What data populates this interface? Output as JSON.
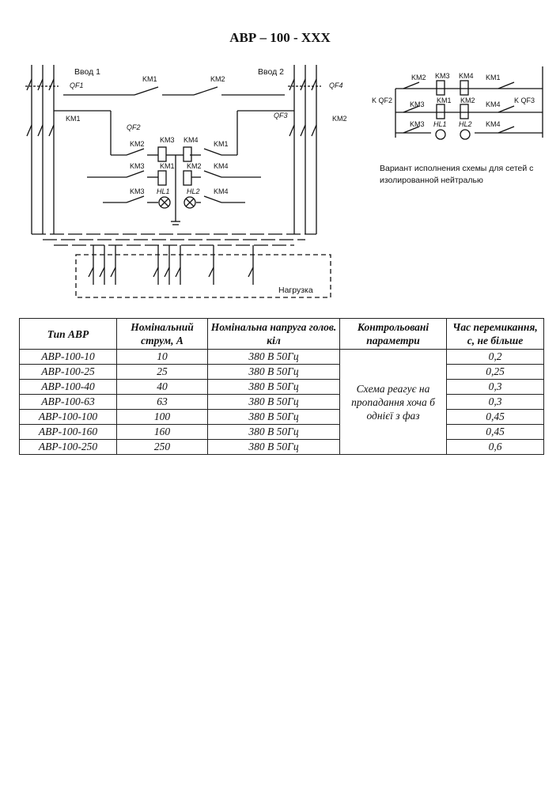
{
  "title": "АВР – 100 - XXX",
  "diagram": {
    "labels": {
      "vvod1": "Ввод 1",
      "vvod2": "Ввод 2",
      "qf1": "QF1",
      "qf2": "QF2",
      "qf3": "QF3",
      "qf4": "QF4",
      "km1": "KM1",
      "km2": "KM2",
      "km3": "KM3",
      "km4": "KM4",
      "hl1": "HL1",
      "hl2": "HL2",
      "k_qf2": "K QF2",
      "k_qf3": "K QF3",
      "load": "Нагрузка"
    },
    "variant_note": "Вариант исполнения схемы для сетей с изолированной нейтралью"
  },
  "table": {
    "headers": [
      "Тип АВР",
      "Номінальний струм, А",
      "Номінальна напруга голов. кіл",
      "Контрольовані параметри",
      "Час перемикання, с, не більше"
    ],
    "controlled_params": "Схема реагує на пропадання хоча б однієї з фаз",
    "rows": [
      {
        "type": "АВР-100-10",
        "current": "10",
        "voltage": "380 В 50Гц",
        "time": "0,2"
      },
      {
        "type": "АВР-100-25",
        "current": "25",
        "voltage": "380 В 50Гц",
        "time": "0,25"
      },
      {
        "type": "АВР-100-40",
        "current": "40",
        "voltage": "380 В 50Гц",
        "time": "0,3"
      },
      {
        "type": "АВР-100-63",
        "current": "63",
        "voltage": "380 В 50Гц",
        "time": "0,3"
      },
      {
        "type": "АВР-100-100",
        "current": "100",
        "voltage": "380 В 50Гц",
        "time": "0,45"
      },
      {
        "type": "АВР-100-160",
        "current": "160",
        "voltage": "380 В 50Гц",
        "time": "0,45"
      },
      {
        "type": "АВР-100-250",
        "current": "250",
        "voltage": "380 В 50Гц",
        "time": "0,6"
      }
    ]
  }
}
